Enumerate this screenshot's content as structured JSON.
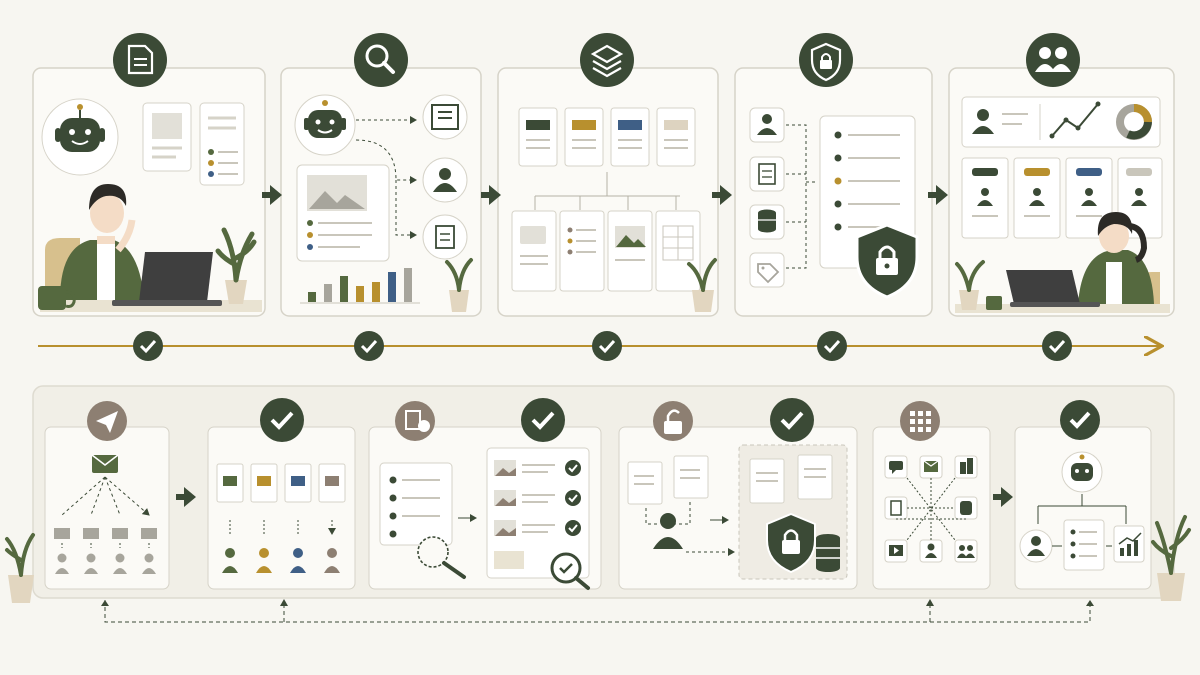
{
  "colors": {
    "background": "#f7f6f1",
    "panel": "#fbfaf6",
    "panel_border": "#d6d3c8",
    "dark_green": "#3b4a36",
    "olive": "#55693f",
    "gold": "#b8902e",
    "blue": "#3f5f86",
    "gray": "#a7a59c",
    "taupe": "#8d7f72",
    "arrow_line": "#b8902e"
  },
  "top_row": {
    "steps": [
      {
        "badge_icon": "document-icon",
        "scene": "person-thinking-with-robot"
      },
      {
        "badge_icon": "search-icon",
        "scene": "robot-analyzing-data"
      },
      {
        "badge_icon": "layers-icon",
        "scene": "organized-cards"
      },
      {
        "badge_icon": "shield-lock-icon",
        "scene": "secure-checklist"
      },
      {
        "badge_icon": "people-icon",
        "scene": "dashboard-with-person"
      }
    ],
    "checkpoints": 5
  },
  "bottom_row": {
    "groups": [
      {
        "badge_icon": "paper-plane-icon",
        "scene": "email-distribution"
      },
      {
        "badge_icon": "check-icon",
        "scene": "assigned-emails"
      },
      {
        "badge_icon": "document-chat-icon",
        "scene": "checklist-review"
      },
      {
        "badge_icon": "check-icon",
        "scene": "verified-images"
      },
      {
        "badge_icon": "unlock-icon",
        "scene": "document-access"
      },
      {
        "badge_icon": "check-icon",
        "scene": "secured-database"
      },
      {
        "badge_icon": "apps-grid-icon",
        "scene": "integrations-hub"
      },
      {
        "badge_icon": "check-icon",
        "scene": "robot-reporting"
      }
    ]
  }
}
